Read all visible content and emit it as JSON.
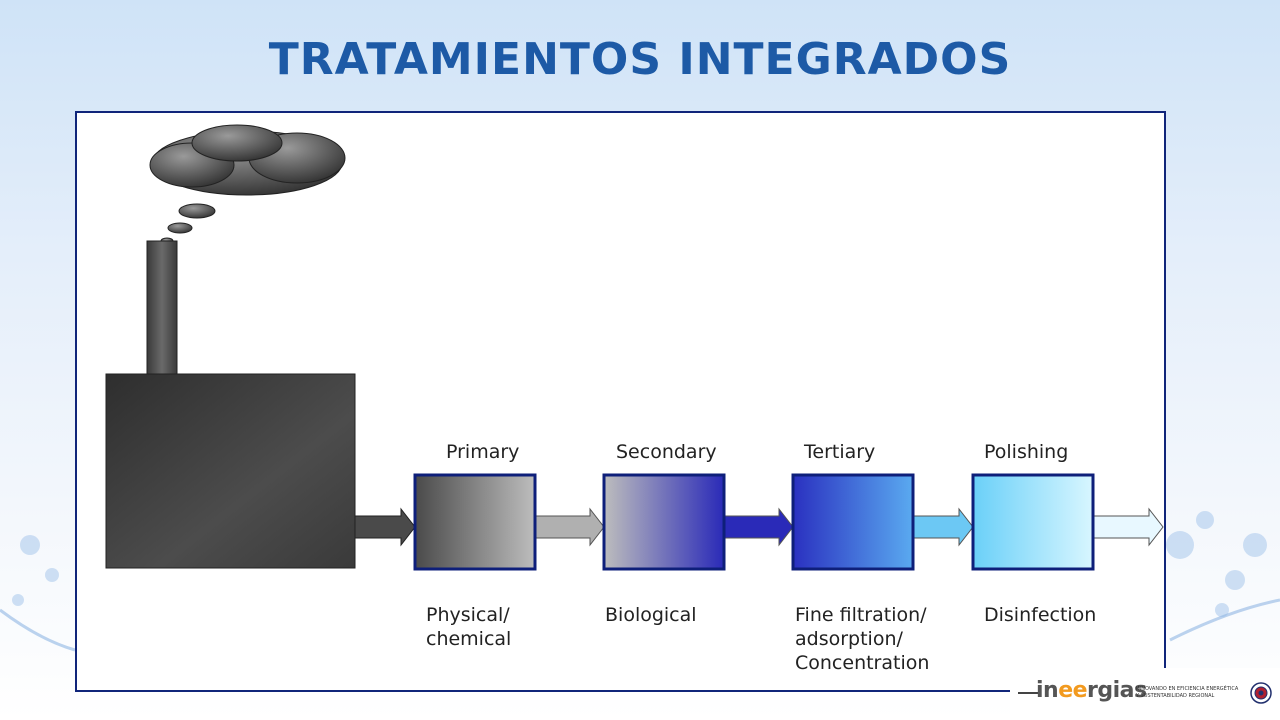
{
  "slide": {
    "title": "TRATAMIENTOS INTEGRADOS"
  },
  "stages": [
    {
      "label": "Primary",
      "description": [
        "Physical/",
        "chemical"
      ],
      "color_start": "#4a4a4a",
      "color_end": "#b8b8b8"
    },
    {
      "label": "Secondary",
      "description": [
        "Biological"
      ],
      "color_start": "#b8b8b8",
      "color_end": "#2a2ab8"
    },
    {
      "label": "Tertiary",
      "description": [
        "Fine filtration/",
        "adsorption/",
        "Concentration"
      ],
      "color_start": "#2a30c0",
      "color_end": "#5aaaf0"
    },
    {
      "label": "Polishing",
      "description": [
        "Disinfection"
      ],
      "color_start": "#6ad0f8",
      "color_end": "#d8f6ff"
    }
  ],
  "arrow_colors": [
    "#4a4a4a",
    "#b0b0b0",
    "#2a2ab8",
    "#6cc8f4",
    "#e8f8ff"
  ],
  "factory": {
    "icon": "factory-icon",
    "smoke_icon": "smoke-cloud-icon",
    "body_color": "#3e3e3e"
  },
  "footer": {
    "logo_prefix": "in",
    "logo_mid": "ee",
    "logo_suffix": "rgias",
    "tagline_1": "INNOVANDO EN EFICIENCIA ENERGÉTICA",
    "tagline_2": "Y SUSTENTABILIDAD REGIONAL",
    "seal_icon": "university-seal-icon"
  },
  "colors": {
    "title": "#1d5aa6",
    "frame": "#10257a",
    "box_border": "#0e1f7a"
  }
}
